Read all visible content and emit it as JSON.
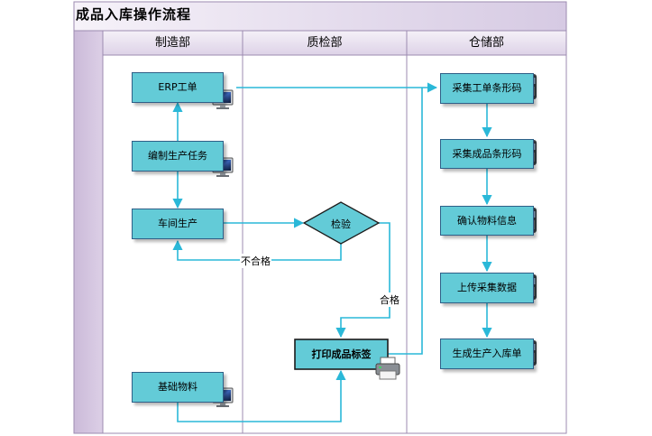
{
  "title": "成品入库操作流程",
  "lanes": [
    "制造部",
    "质检部",
    "仓储部"
  ],
  "nodes": {
    "erp_order": "ERP工单",
    "plan_task": "编制生产任务",
    "workshop": "车间生产",
    "inspection": "检验",
    "print_label": "打印成品标签",
    "base_material": "基础物料",
    "scan_order_barcode": "采集工单条形码",
    "scan_product_barcode": "采集成品条形码",
    "confirm_material": "确认物料信息",
    "upload_data": "上传采集数据",
    "create_receipt": "生成生产入库单"
  },
  "edge_labels": {
    "fail": "不合格",
    "pass": "合格"
  },
  "colors": {
    "node_fill": "#63cbd7",
    "node_border": "#2f5f87",
    "connector": "#2ab8d8",
    "frame": "#b2a2c4",
    "header_fill": "#e8e0ee",
    "title_fill": "#dcd3e6"
  },
  "icons": [
    "computer-icon",
    "barcode-scanner-icon",
    "printer-icon"
  ]
}
